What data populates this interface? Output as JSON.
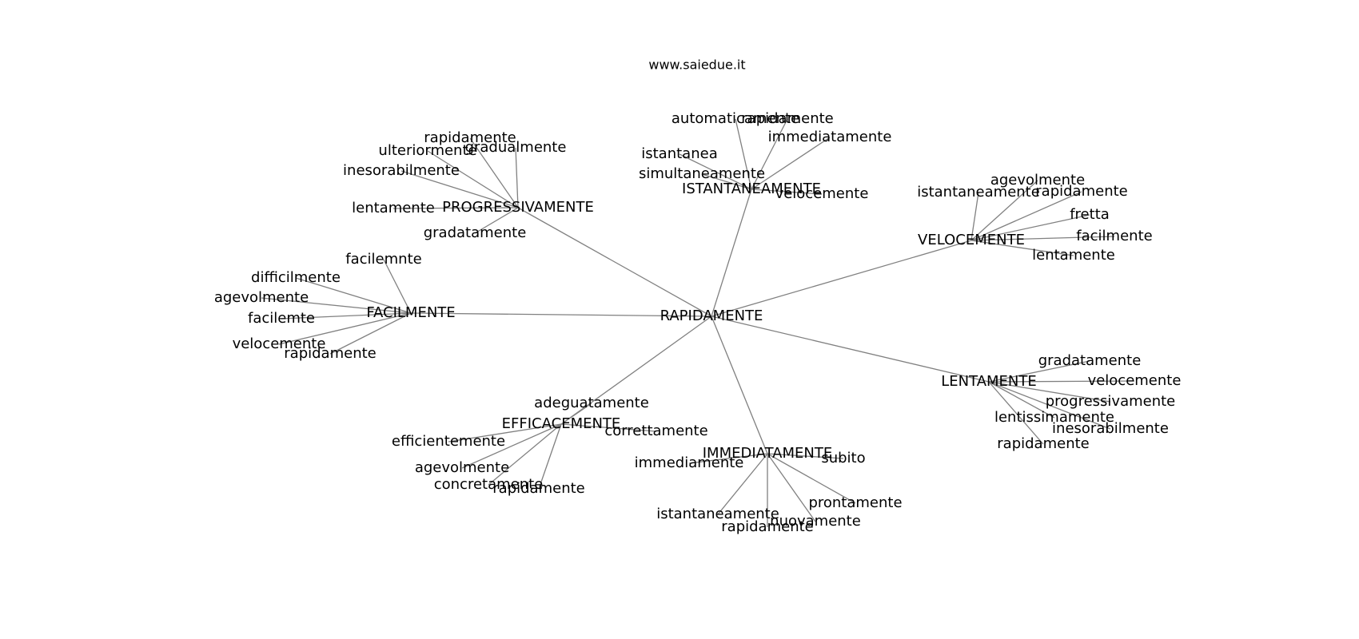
{
  "header": {
    "site": "www.saiedue.it"
  },
  "graph": {
    "edge_color": "#808080",
    "center": "RAPIDAMENTE",
    "clusters": [
      {
        "hub": "PROGRESSIVAMENTE",
        "leaves": [
          "rapidamente",
          "gradualmente",
          "ulteriormente",
          "inesorabilmente",
          "lentamente",
          "gradatamente"
        ]
      },
      {
        "hub": "ISTANTANEAMENTE",
        "leaves": [
          "automaticamente",
          "rapidamente",
          "immediatamente",
          "istantanea",
          "simultaneamente",
          "velocemente"
        ]
      },
      {
        "hub": "VELOCEMENTE",
        "leaves": [
          "agevolmente",
          "istantaneamente",
          "rapidamente",
          "fretta",
          "facilmente",
          "lentamente"
        ]
      },
      {
        "hub": "FACILMENTE",
        "leaves": [
          "facilemnte",
          "difficilmente",
          "agevolmente",
          "facilemte",
          "velocemente",
          "rapidamente"
        ]
      },
      {
        "hub": "LENTAMENTE",
        "leaves": [
          "gradatamente",
          "velocemente",
          "progressivamente",
          "lentissimamente",
          "inesorabilmente",
          "rapidamente"
        ]
      },
      {
        "hub": "EFFICACEMENTE",
        "leaves": [
          "adeguatamente",
          "correttamente",
          "efficientemente",
          "agevolmente",
          "concretamente",
          "rapidamente"
        ]
      },
      {
        "hub": "IMMEDIATAMENTE",
        "leaves": [
          "immediamente",
          "subito",
          "prontamente",
          "istantaneamente",
          "rapidamente",
          "nuovamente"
        ]
      }
    ]
  }
}
